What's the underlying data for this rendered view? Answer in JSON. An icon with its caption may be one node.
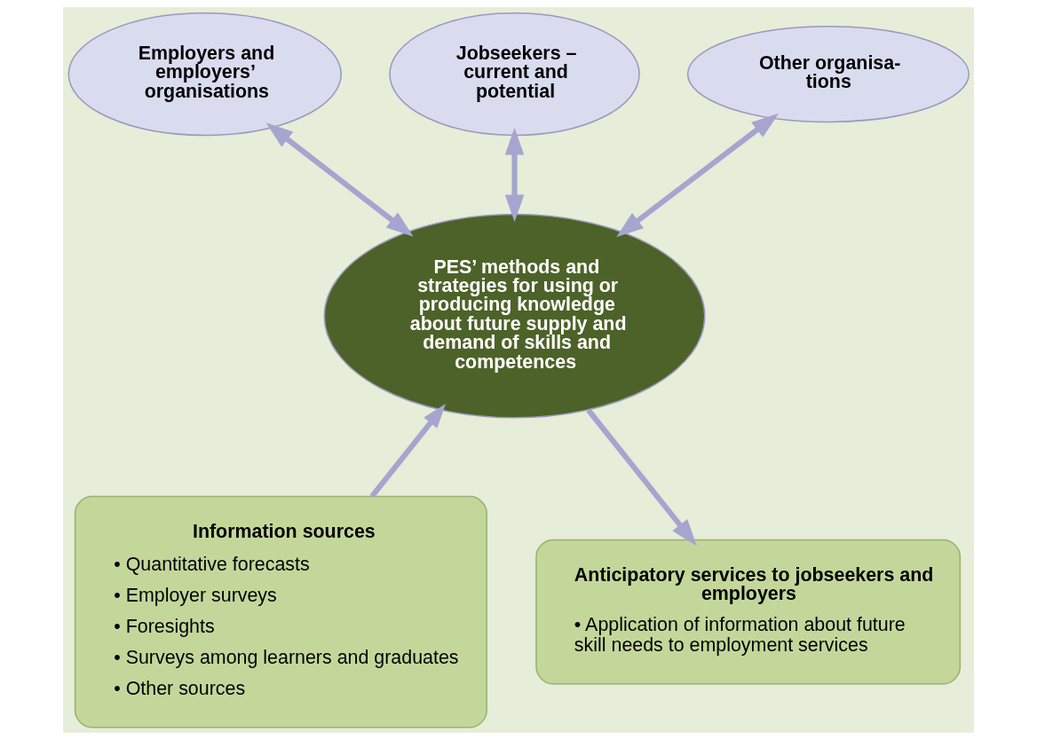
{
  "diagram": {
    "nodes": [
      {
        "text": [
          "Employers and employers’ organisations"
        ]
      },
      {
        "text": [
          "Jobseekers – current and potential"
        ]
      },
      {
        "text": [
          "Other organisa- tions"
        ]
      },
      {
        "text": [
          "PES’ methods and strategies for using or producing knowledge about future supply and demand of skills and competences"
        ]
      },
      {
        "text": [
          "Information sources",
          "• Quantitative forecasts",
          "• Employer surveys",
          "• Foresights",
          "• Surveys among learners and graduates",
          "• Other sources"
        ]
      },
      {
        "text": [
          "Anticipatory services to jobseekers and employers",
          "• Application of information about future skill needs to employment services"
        ]
      }
    ],
    "edges": [
      {
        "from": 0,
        "to": 3,
        "arrow": "both"
      },
      {
        "from": 1,
        "to": 3,
        "arrow": "both"
      },
      {
        "from": 2,
        "to": 3,
        "arrow": "both"
      },
      {
        "from": 4,
        "to": 3,
        "arrow": "to"
      },
      {
        "from": 3,
        "to": 5,
        "arrow": "to"
      }
    ]
  }
}
